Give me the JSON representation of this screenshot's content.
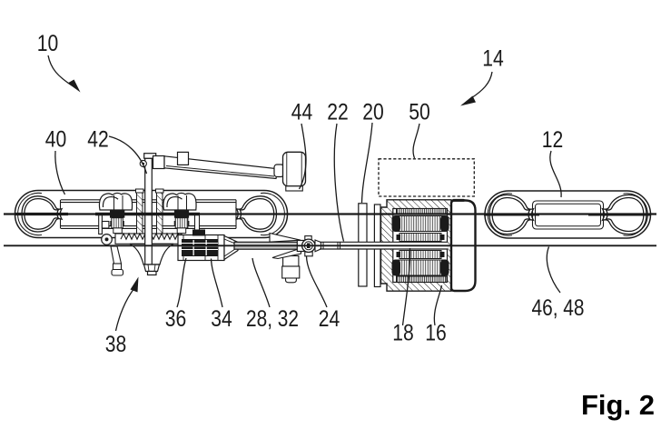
{
  "figure": {
    "type": "patent-technical-drawing",
    "caption": "Fig. 2",
    "background_color": "#ffffff",
    "line_color": "#1a1a1a",
    "description": "Side sectional view of a handlebar steer-by-wire steering system with steering gear, tie rod, electric actuator and control unit",
    "labels": [
      {
        "ref": "10",
        "text": "10",
        "has_arrow": true
      },
      {
        "ref": "40",
        "text": "40",
        "has_arrow": false
      },
      {
        "ref": "42",
        "text": "42",
        "has_arrow": false
      },
      {
        "ref": "44",
        "text": "44",
        "has_arrow": false
      },
      {
        "ref": "22",
        "text": "22",
        "has_arrow": false
      },
      {
        "ref": "20",
        "text": "20",
        "has_arrow": false
      },
      {
        "ref": "50",
        "text": "50",
        "has_arrow": false
      },
      {
        "ref": "14",
        "text": "14",
        "has_arrow": true
      },
      {
        "ref": "12",
        "text": "12",
        "has_arrow": false
      },
      {
        "ref": "38",
        "text": "38",
        "has_arrow": true
      },
      {
        "ref": "36",
        "text": "36",
        "has_arrow": false
      },
      {
        "ref": "34",
        "text": "34",
        "has_arrow": false
      },
      {
        "ref": "28_32",
        "text": "28, 32",
        "has_arrow": false
      },
      {
        "ref": "24",
        "text": "24",
        "has_arrow": false
      },
      {
        "ref": "18",
        "text": "18",
        "has_arrow": false
      },
      {
        "ref": "16",
        "text": "16",
        "has_arrow": false
      },
      {
        "ref": "46_48",
        "text": "46, 48",
        "has_arrow": false
      }
    ]
  }
}
